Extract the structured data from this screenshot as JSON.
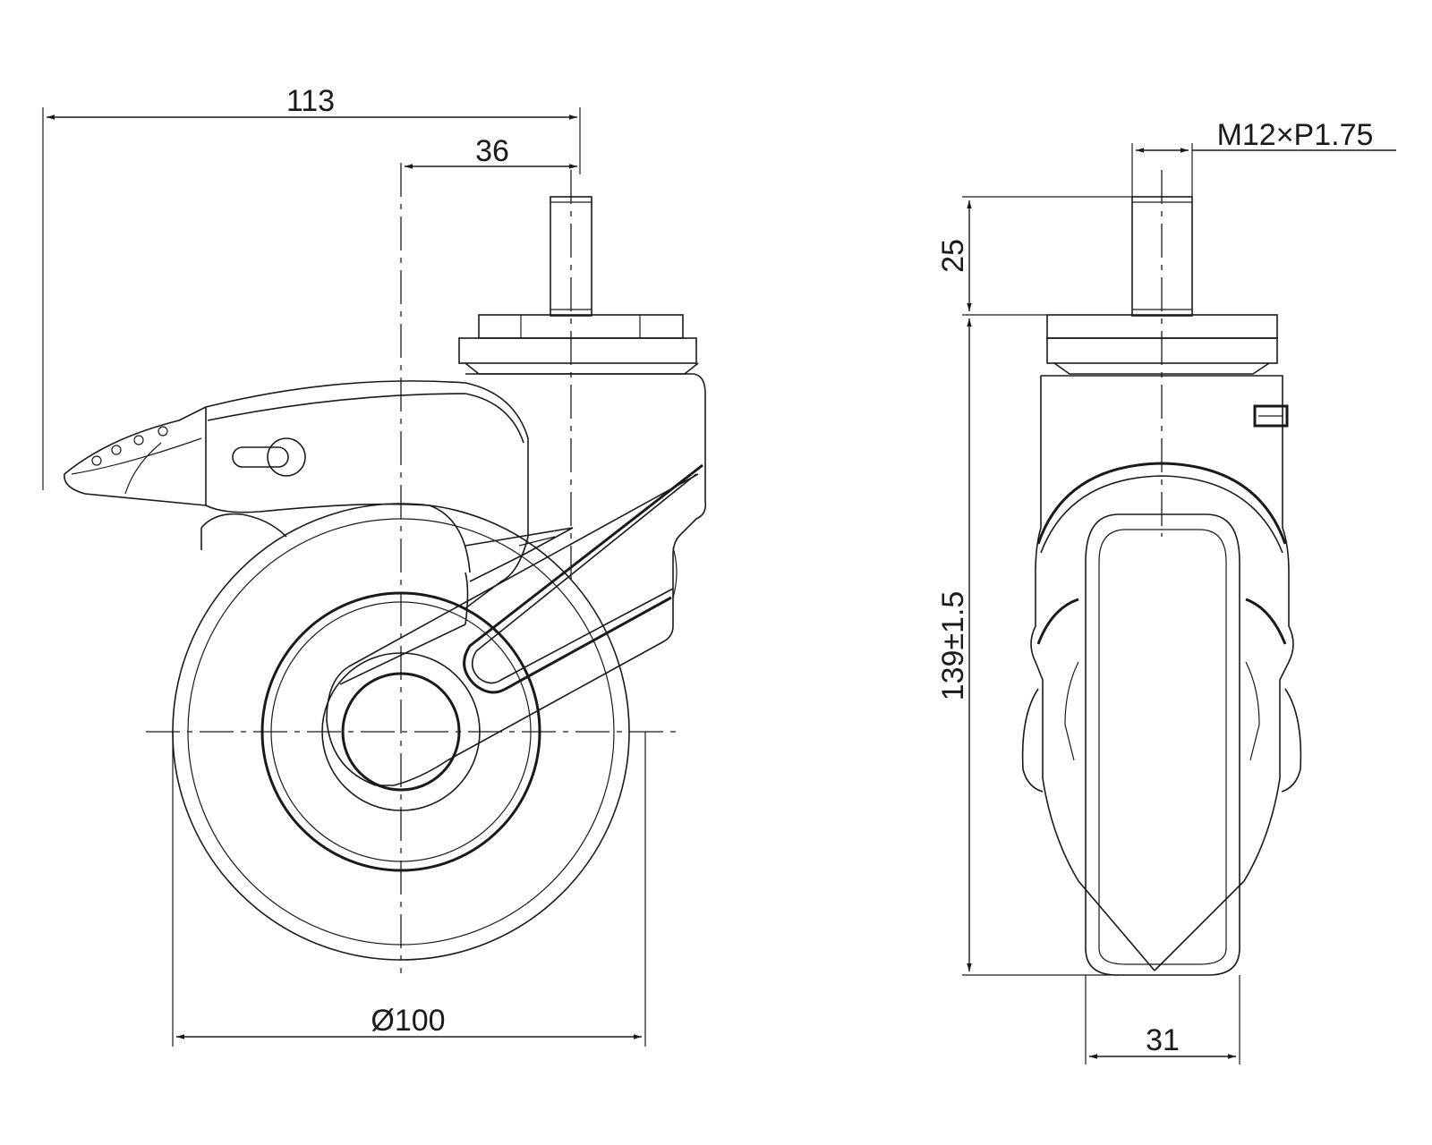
{
  "side_view": {
    "overall_width": "113",
    "offset": "36",
    "wheel_diameter": "Ø100"
  },
  "front_view": {
    "thread": "M12×P1.75",
    "stem_length": "25",
    "overall_height": "139±1.5",
    "wheel_width": "31"
  }
}
